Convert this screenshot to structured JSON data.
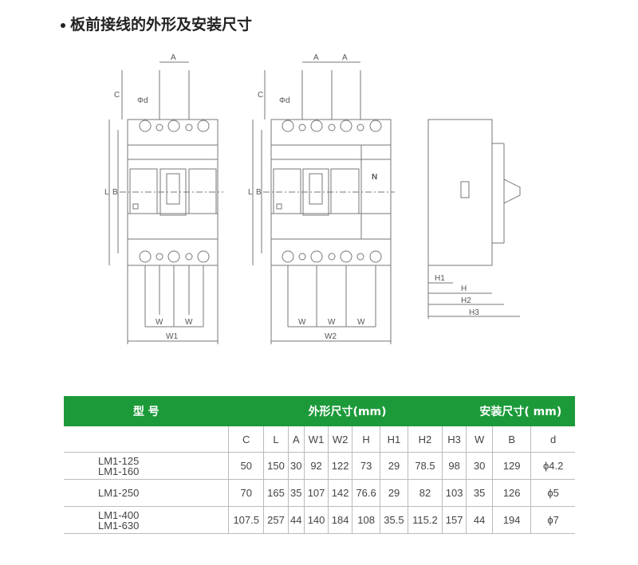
{
  "title": "板前接线的外形及安装尺寸",
  "drawing": {
    "labels": {
      "A": "A",
      "C": "C",
      "phi_d": "Φd",
      "L": "L",
      "B": "B",
      "W": "W",
      "W1": "W1",
      "W2": "W2",
      "N": "N",
      "H1": "H1",
      "H": "H",
      "H2": "H2",
      "H3": "H3"
    }
  },
  "table": {
    "group_headers": {
      "model": "型 号",
      "outline": "外形尺寸(mm)",
      "install": "安装尺寸( mm)"
    },
    "columns": [
      "C",
      "L",
      "A",
      "W1",
      "W2",
      "H",
      "H1",
      "H2",
      "H3",
      "W",
      "B",
      "d"
    ],
    "rows": [
      {
        "model": [
          "LM1-125",
          "LM1-160"
        ],
        "values": [
          "50",
          "150",
          "30",
          "92",
          "122",
          "73",
          "29",
          "78.5",
          "98",
          "30",
          "129",
          "ϕ4.2"
        ]
      },
      {
        "model": [
          "LM1-250"
        ],
        "values": [
          "70",
          "165",
          "35",
          "107",
          "142",
          "76.6",
          "29",
          "82",
          "103",
          "35",
          "126",
          "ϕ5"
        ]
      },
      {
        "model": [
          "LM1-400",
          "LM1-630"
        ],
        "values": [
          "107.5",
          "257",
          "44",
          "140",
          "184",
          "108",
          "35.5",
          "115.2",
          "157",
          "44",
          "194",
          "ϕ7"
        ]
      }
    ]
  }
}
